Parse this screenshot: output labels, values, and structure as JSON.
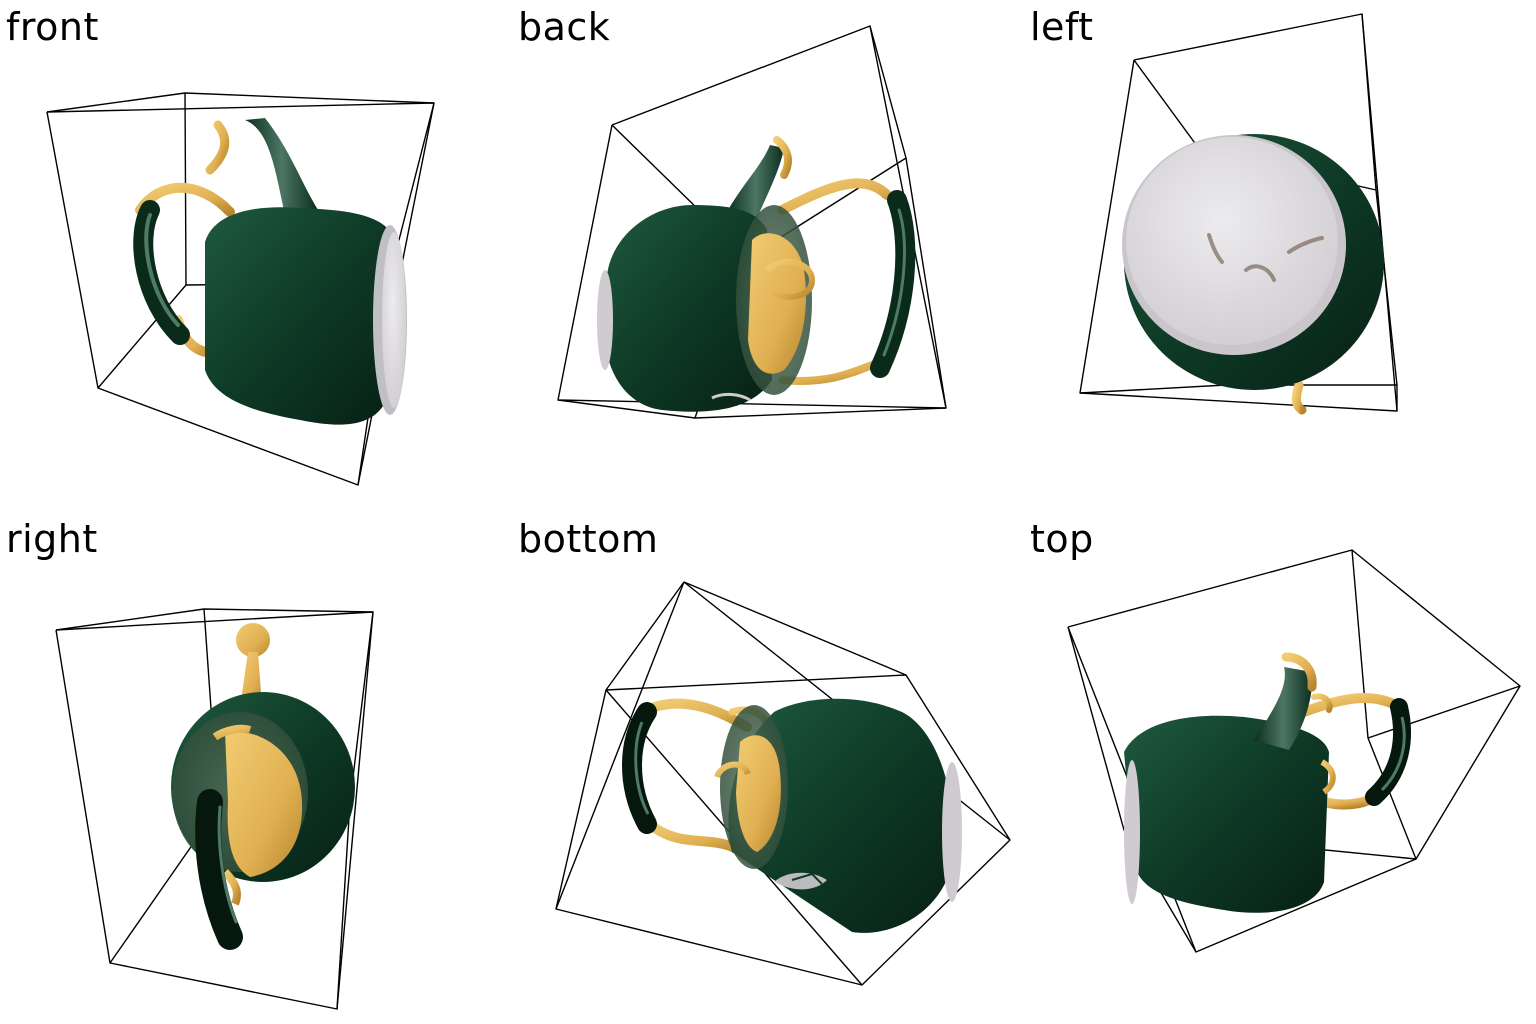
{
  "colors": {
    "body": "#0e3a26",
    "body_dark": "#082617",
    "body_light": "#1f5a3f",
    "brass": "#e0b052",
    "brass_dark": "#b8862e",
    "lid_face": "#dcd8dc",
    "box_stroke": "#000000"
  },
  "views": [
    {
      "label": "front"
    },
    {
      "label": "back"
    },
    {
      "label": "left"
    },
    {
      "label": "right"
    },
    {
      "label": "bottom"
    },
    {
      "label": "top"
    }
  ]
}
